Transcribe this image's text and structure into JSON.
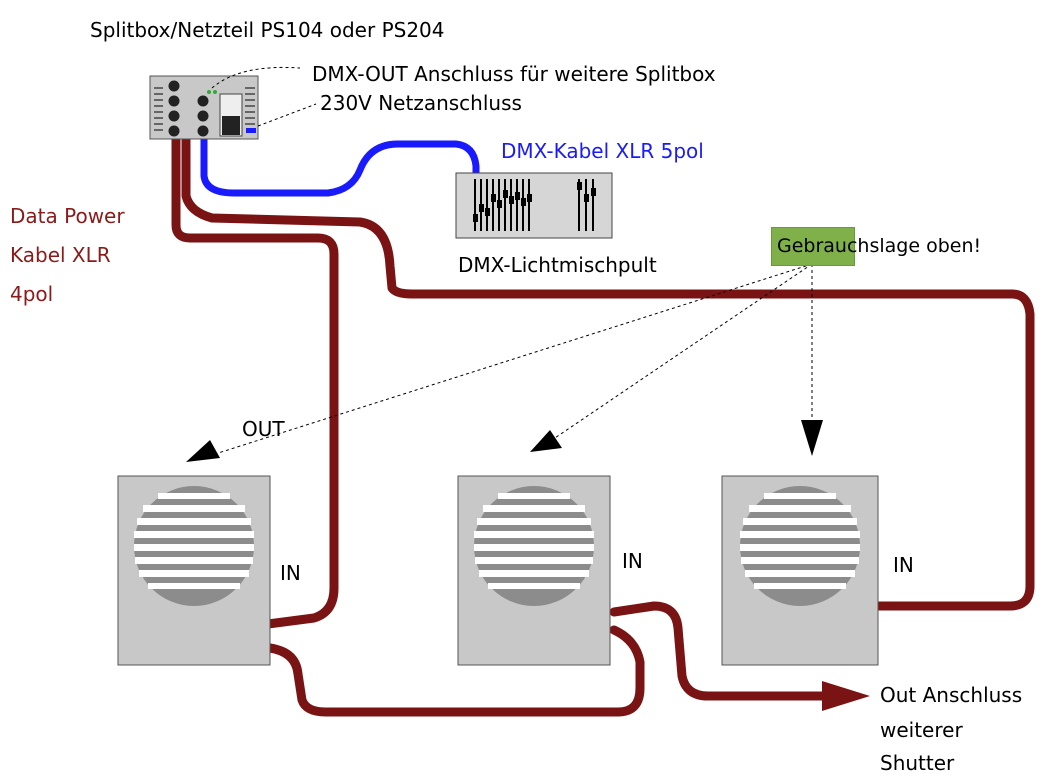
{
  "labels": {
    "splitbox_title": "Splitbox/Netzteil PS104 oder PS204",
    "dmx_out": "DMX-OUT Anschluss für weitere Splitbox",
    "mains": "230V Netzanschluss",
    "dmx_cable": "DMX-Kabel XLR 5pol",
    "mixer": "DMX-Lichtmischpult",
    "data_power_lines": [
      "Data Power",
      "Kabel XLR",
      "4pol"
    ],
    "usage_note": "Gebrauchslage oben!",
    "out": "OUT",
    "in_1": "IN",
    "in_2": "IN",
    "in_3": "IN",
    "out_connector_lines": [
      "Out Anschluss",
      "weiterer",
      "Shutter"
    ]
  },
  "colors": {
    "data_power_cable": "#7a1414",
    "dmx_cable": "#1a1aff",
    "note_background": "#7fb04a",
    "device_fill": "#c8c8c8"
  }
}
